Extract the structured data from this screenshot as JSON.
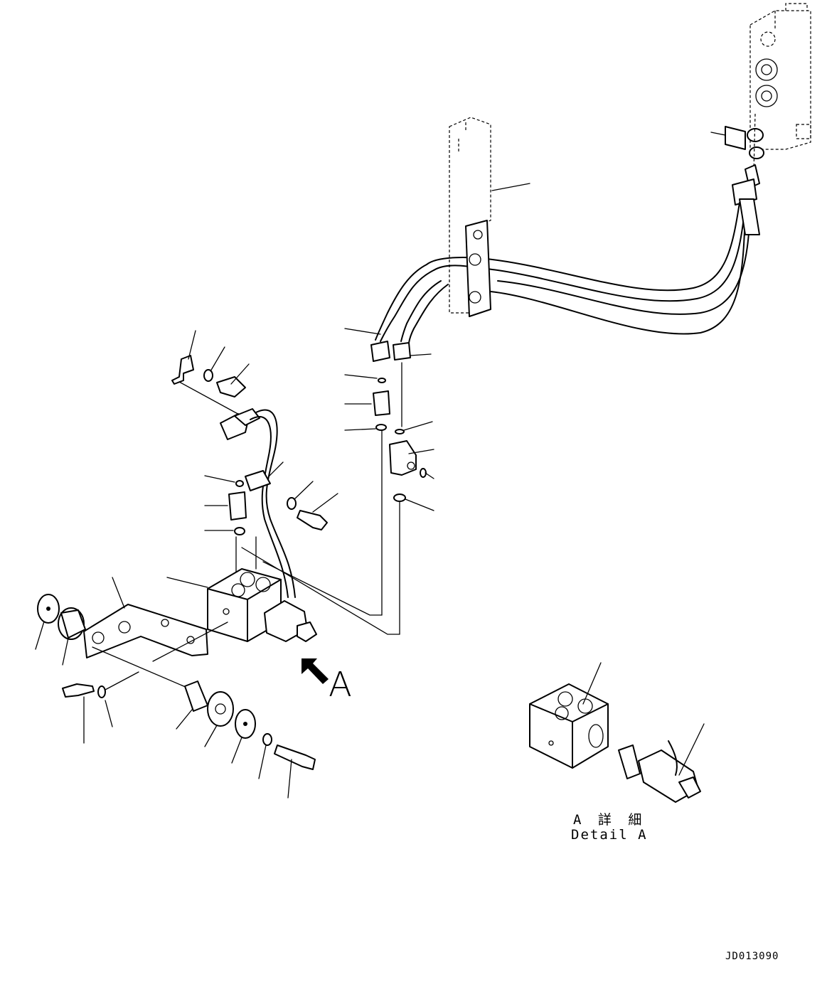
{
  "diagram": {
    "view_letter": "A",
    "detail_label_jp": "A 詳 細",
    "detail_label_en": "Detail A",
    "drawing_code": "JD013090"
  }
}
